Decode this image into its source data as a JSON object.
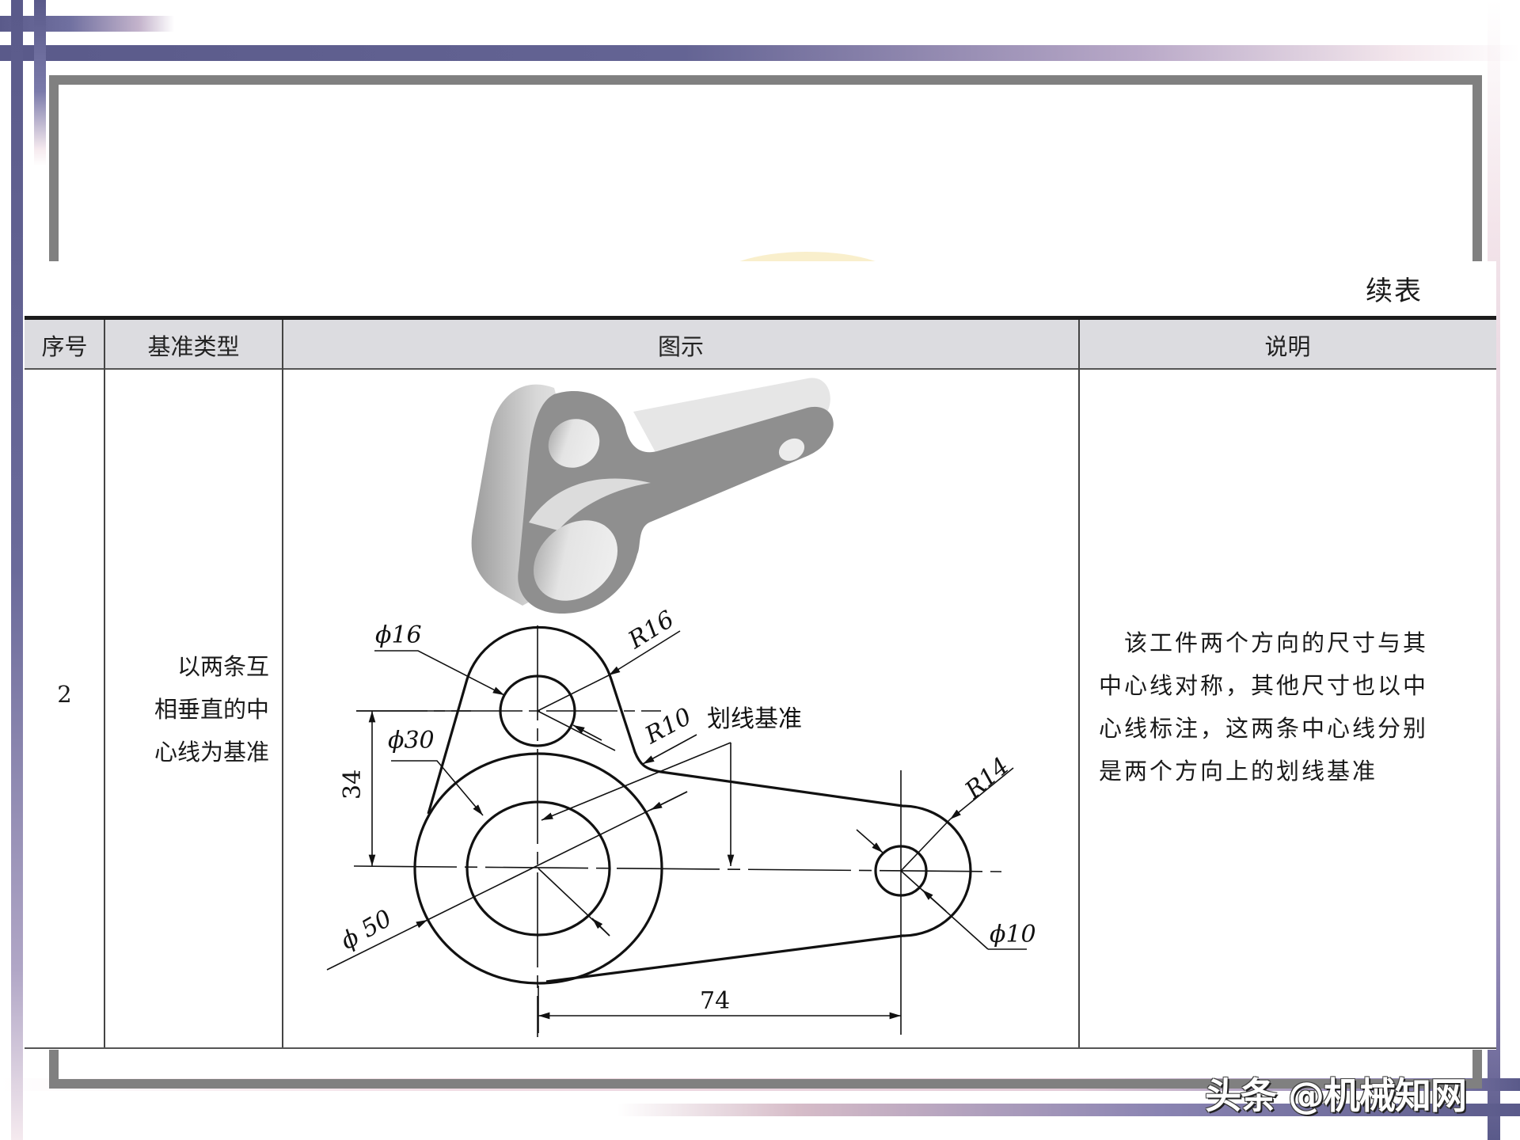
{
  "slide": {
    "accent_colors": {
      "frame_gray": "#808080",
      "bar_purple": "#5a5a8a",
      "header_bg": "#dcdce0"
    }
  },
  "table": {
    "continued_label": "续表",
    "columns": [
      "序号",
      "基准类型",
      "图示",
      "说明"
    ],
    "rows": [
      {
        "number": "2",
        "datum_type_lines": [
          "以两条互",
          "相垂直的中",
          "心线为基准"
        ],
        "datum_type": "以两条互相垂直的中心线为基准",
        "description_lines": [
          "　该工件两个方向的尺寸与其",
          "中心线对称，其他尺寸也以中",
          "心线标注，这两条中心线分别",
          "是两个方向上的划线基准"
        ],
        "description": "该工件两个方向的尺寸与其中心线对称，其他尺寸也以中心线标注，这两条中心线分别是两个方向上的划线基准"
      }
    ]
  },
  "drawing": {
    "isometric_view": "3d-rendered-lever-part",
    "dimensions": {
      "small_hole_dia": "ϕ16",
      "top_boss_radius": "R16",
      "fillet_radius": "R10",
      "bore_dia": "ϕ30",
      "center_distance_vertical": "34",
      "outer_boss_dia": "ϕ 50",
      "end_boss_radius": "R14",
      "end_hole_dia": "ϕ10",
      "center_distance_horizontal": "74"
    },
    "datum_label": "划线基准"
  },
  "watermark": "头条 @机械知网"
}
